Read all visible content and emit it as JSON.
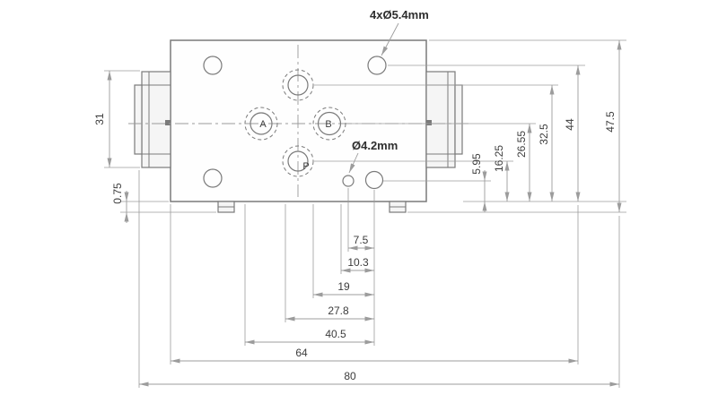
{
  "colors": {
    "line": "#7a7a7a",
    "dim": "#9c9c9c",
    "centerline": "#9a9a9a",
    "text": "#3c3c3c",
    "text_strong": "#2e2e2e",
    "background": "#ffffff"
  },
  "callouts": {
    "mounting_holes": "4xØ5.4mm",
    "small_hole": "Ø4.2mm"
  },
  "ports": {
    "a": "A",
    "b": "B",
    "p": "P"
  },
  "dimensions": {
    "bottom": [
      "7.5",
      "10.3",
      "19",
      "27.8",
      "40.5",
      "64",
      "80"
    ],
    "right": [
      "5.95",
      "16.25",
      "26.55",
      "32.5",
      "44",
      "47.5"
    ],
    "left": [
      "31",
      "0.75"
    ]
  }
}
